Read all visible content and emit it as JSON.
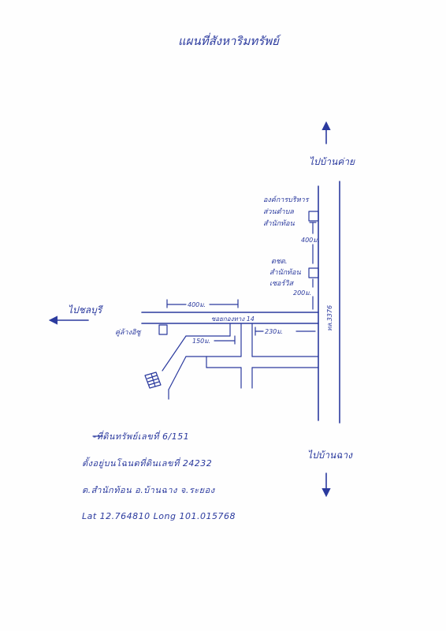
{
  "title": "แผนที่สังหาริมทรัพย์",
  "directions": {
    "north": "ไปบ้านค่าย",
    "south": "ไปบ้านฉาง",
    "west": "ไปชลบุรี"
  },
  "landmarks": {
    "sao_office_line1": "องค์การบริหาร",
    "sao_office_line2": "ส่วนตำบล",
    "sao_office_line3": "สำนักท้อน",
    "police_line1": "ตชด.",
    "police_line2": "สำนักท้อน",
    "police_line3": "เซอร์วิส",
    "car_wash": "คู่ล้างอิซู"
  },
  "distances": {
    "d400_vertical": "400ม.",
    "d200": "200ม.",
    "d400_horizontal": "400ม.",
    "d150": "150ม.",
    "d230": "230ม."
  },
  "roads": {
    "soi": "ซอยกองทาง 14",
    "highway": "ทล.3376"
  },
  "notes": {
    "line1": "-ที่ดินทรัพย์เลขที่ 6/151",
    "line2": "ตั้งอยู่บนโฉนดที่ดินเลขที่ 24232",
    "line3": "ต.สำนักท้อน   อ.บ้านฉาง   จ.ระยอง",
    "line4": "Lat 12.764810   Long 101.015768"
  },
  "colors": {
    "ink": "#2b3a9e",
    "paper": "#fefefe"
  }
}
